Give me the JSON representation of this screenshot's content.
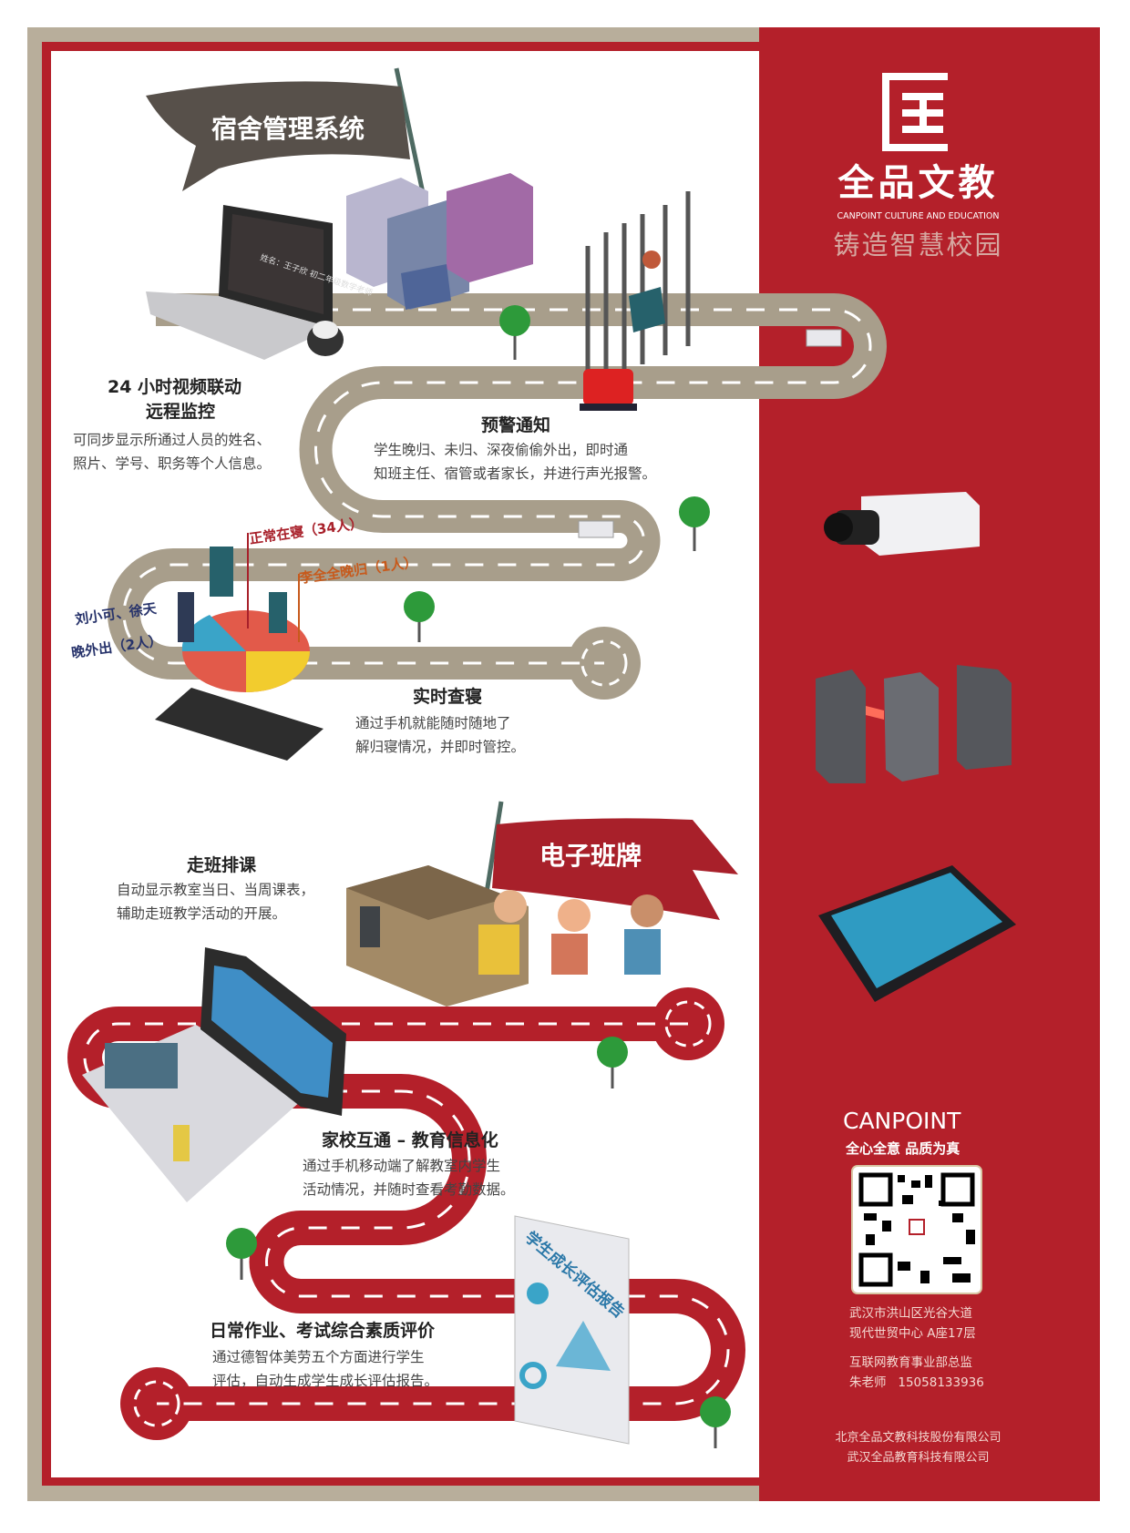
{
  "brand": {
    "name_cn": "全品文教",
    "name_en": "CANPOINT CULTURE AND EDUCATION",
    "slogan": "铸造智慧校园",
    "colors": {
      "red": "#b4202a",
      "beige": "#b8ae9b",
      "road_gray": "#a89e8b",
      "banner_dark": "#57504a"
    }
  },
  "section1": {
    "banner": "宿舍管理系统",
    "video": {
      "title_line1": "24 小时视频联动",
      "title_line2": "远程监控",
      "desc_line1": "可同步显示所通过人员的姓名、",
      "desc_line2": "照片、学号、职务等个人信息。"
    },
    "laptop_screen": {
      "line1": "姓名：王子欣",
      "line2": "初二年级数学老师"
    },
    "alert": {
      "title": "预警通知",
      "desc_line1": "学生晚归、未归、深夜偷偷外出，即时通",
      "desc_line2": "知班主任、宿管或者家长，并进行声光报警。"
    },
    "pie_labels": {
      "normal": "正常在寝（34人）",
      "late": "李全全晚归（1人）",
      "out_line1": "刘小可、徐天",
      "out_line2": "晚外出（2人）"
    },
    "check": {
      "title": "实时查寝",
      "desc_line1": "通过手机就能随时随地了",
      "desc_line2": "解归寝情况，并即时管控。"
    }
  },
  "section2": {
    "banner": "电子班牌",
    "schedule": {
      "title": "走班排课",
      "desc_line1": "自动显示教室当日、当周课表，",
      "desc_line2": "辅助走班教学活动的开展。"
    },
    "home_school": {
      "title": "家校互通 – 教育信息化",
      "desc_line1": "通过手机移动端了解教室内学生",
      "desc_line2": "活动情况，并随时查看考勤数据。"
    },
    "evaluation": {
      "title": "日常作业、考试综合素质评价",
      "desc_line1": "通过德智体美劳五个方面进行学生",
      "desc_line2": "评估，自动生成学生成长评估报告。"
    },
    "report_title": "学生成长评估报告"
  },
  "contact": {
    "brand": "CANPOINT",
    "motto": "全心全意 品质为真",
    "address_line1": "武汉市洪山区光谷大道",
    "address_line2": "现代世贸中心 A座17层",
    "dept": "互联网教育事业部总监",
    "person": "朱老师   15058133936",
    "company1": "北京全品文教科技股份有限公司",
    "company2": "武汉全品教育科技有限公司"
  }
}
